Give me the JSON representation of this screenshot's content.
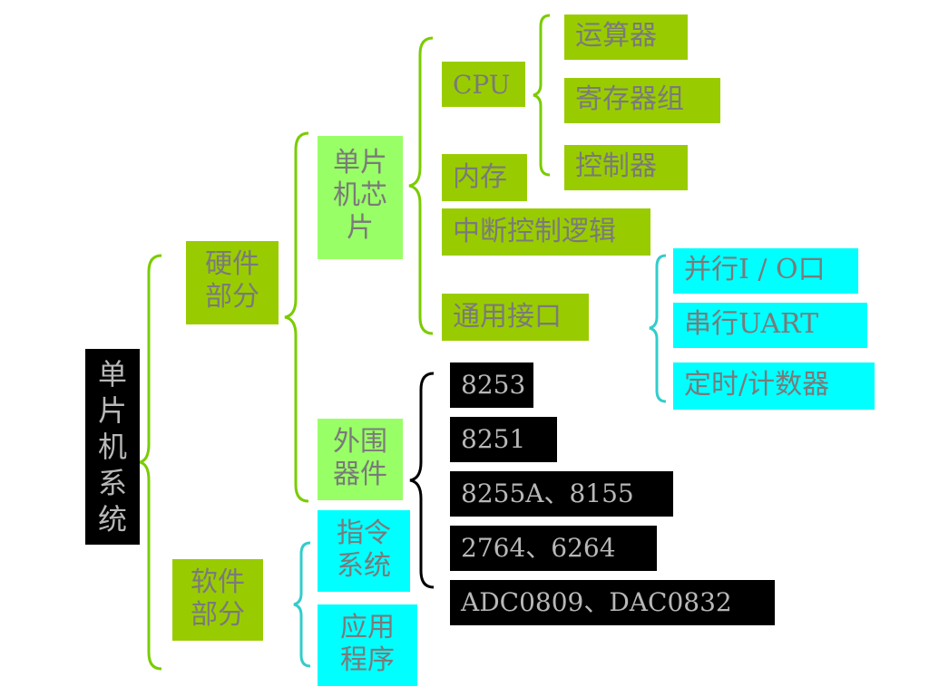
{
  "root": {
    "label": "单\n片\n机\n系\n统"
  },
  "level1": {
    "hardware": "硬件\n部分",
    "software": "软件\n部分"
  },
  "hardware": {
    "chip": "单片\n机芯\n片",
    "peripherals": "外围\n器件"
  },
  "software": {
    "instruction_set": "指令\n系统",
    "application": "应用\n程序"
  },
  "chip": {
    "cpu": "CPU",
    "memory": "内存",
    "interrupt": "中断控制逻辑",
    "interface": "通用接口"
  },
  "cpu_parts": {
    "alu": "运算器",
    "registers": "寄存器组",
    "controller": "控制器"
  },
  "interface_parts": {
    "parallel": "并行I / O口",
    "serial": "串行UART",
    "timer": "定时/计数器"
  },
  "peripheral_parts": [
    "8253",
    "8251",
    "8255A、8155",
    "2764、6264",
    "ADC0809、DAC0832"
  ],
  "colors": {
    "dark_green": "#99cc00",
    "light_green": "#99ff66",
    "cyan": "#00ffff",
    "black": "#000000",
    "bracket_green": "#7acc00",
    "bracket_cyan": "#33cccc"
  }
}
